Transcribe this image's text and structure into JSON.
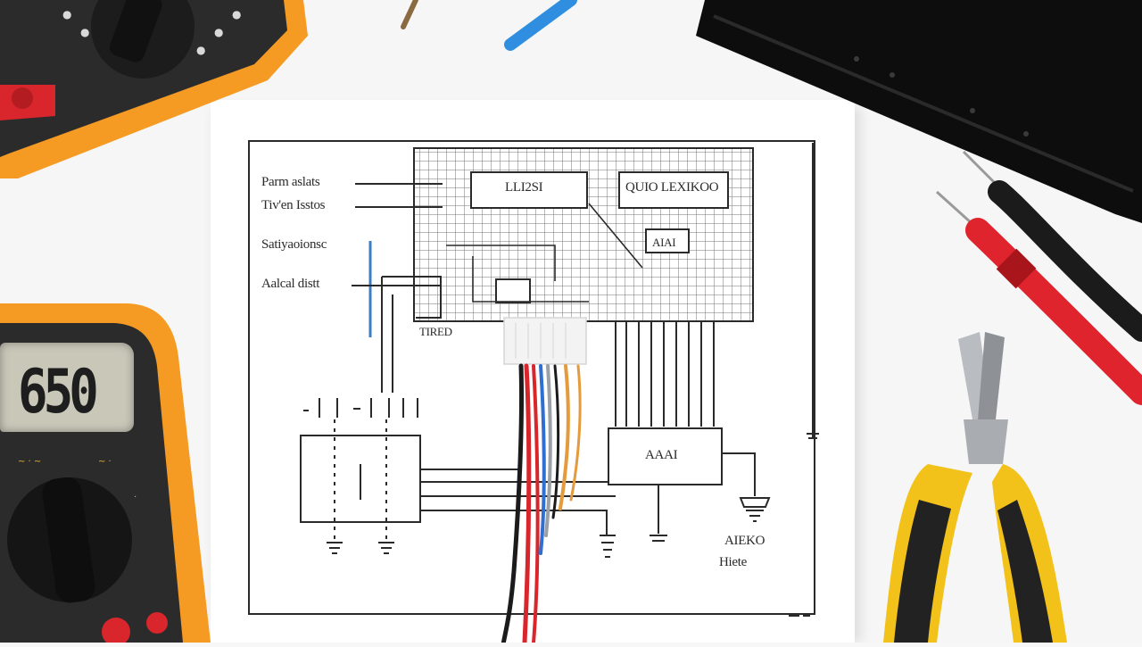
{
  "photo": {
    "subject": "printed wiring schematic on a desk surrounded by electronics tools",
    "multimeter_display": "650",
    "schematic": {
      "left_labels": [
        "Parm aslats",
        "Tiv'en Isstos",
        "Satiyaoionsc",
        "Aalcal distt"
      ],
      "box_labels": [
        "LLI2SI",
        "QUIO LEXIKOO",
        "AAAI"
      ],
      "small_labels": [
        "AIAI",
        "TIRED"
      ],
      "bottom_right_labels": [
        "AIEKO",
        "Hiete"
      ]
    },
    "tool_icons": [
      "multimeter-icon",
      "probe-icon",
      "pliers-icon",
      "oscilloscope-icon"
    ],
    "colors": {
      "multimeter_body": "#f59a23",
      "multimeter_face": "#2b2b2b",
      "probe_red": "#e0242e",
      "probe_black": "#1b1b1b",
      "pliers_grip_yellow": "#f2c21b",
      "wire_red": "#d8262c",
      "wire_blue": "#2f6fd1",
      "wire_orange": "#e59b3c",
      "paper": "#ffffff"
    }
  }
}
